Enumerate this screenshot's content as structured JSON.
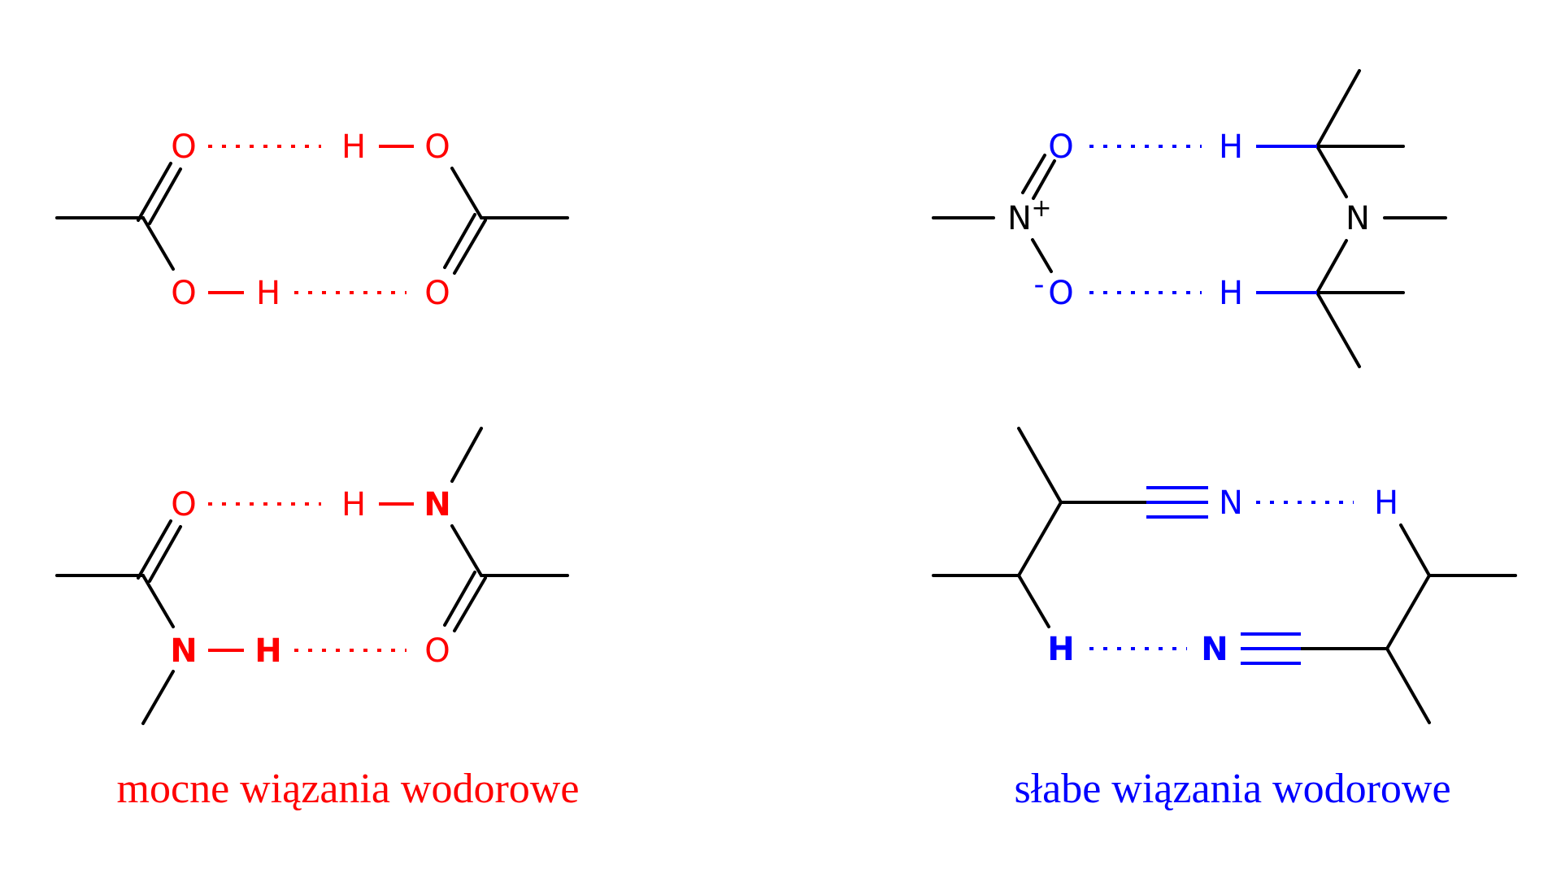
{
  "colors": {
    "strong": "#ff0000",
    "weak": "#0000ff",
    "bond": "#000000"
  },
  "atoms": {
    "oxygen": "O",
    "hydrogen": "H",
    "nitrogen": "N",
    "nitrogen_cation": "N",
    "plus_charge": "+",
    "minus_charge": "-"
  },
  "captions": {
    "strong": "mocne wiązania wodorowe",
    "weak": "słabe wiązania wodorowe"
  }
}
